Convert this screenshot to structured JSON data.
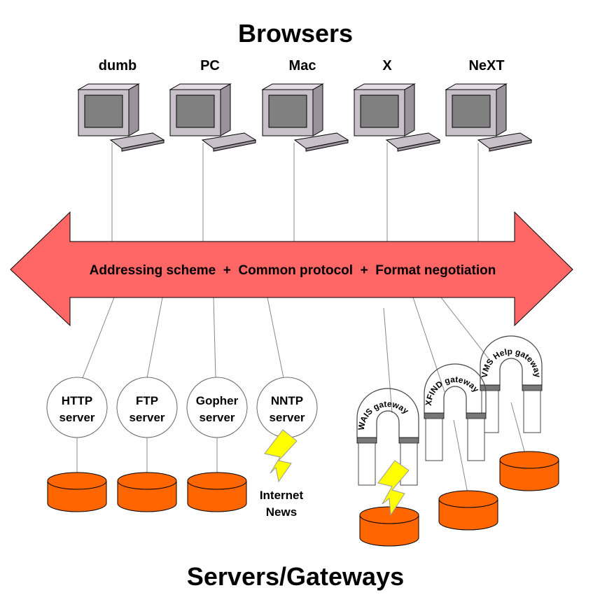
{
  "title_top": "Browsers",
  "title_bottom": "Servers/Gateways",
  "browsers": [
    {
      "label": "dumb"
    },
    {
      "label": "PC"
    },
    {
      "label": "Mac"
    },
    {
      "label": "X"
    },
    {
      "label": "NeXT"
    }
  ],
  "arrow": {
    "text": "Addressing scheme  +  Common protocol  +  Format negotiation",
    "color": "#ff6666"
  },
  "servers": [
    {
      "line1": "HTTP",
      "line2": "server"
    },
    {
      "line1": "FTP",
      "line2": "server"
    },
    {
      "line1": "Gopher",
      "line2": "server"
    },
    {
      "line1": "NNTP",
      "line2": "server"
    }
  ],
  "internet_news": {
    "line1": "Internet",
    "line2": "News"
  },
  "gateways": [
    {
      "label": "WAIS gateway"
    },
    {
      "label": "XFIND gateway"
    },
    {
      "label": "VMS Help gateway"
    }
  ],
  "colors": {
    "database": "#ff6600",
    "lightning": "#ffff00",
    "monitor_body": "#c8c0c8",
    "screen": "#808080"
  }
}
